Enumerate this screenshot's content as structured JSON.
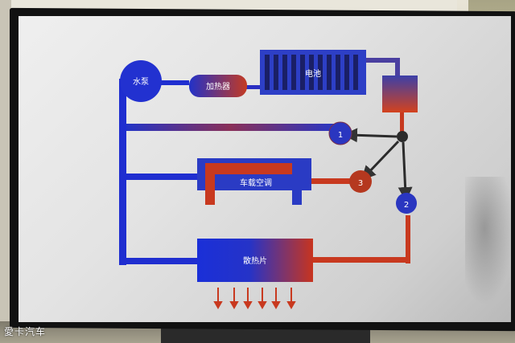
{
  "diagram": {
    "pump": "水泵",
    "heater": "加热器",
    "battery": "电池",
    "cabin_ac": "车载空调",
    "radiator": "散热片",
    "valves": [
      "1",
      "3",
      "2"
    ]
  },
  "colors": {
    "cold": "#1f2ec9",
    "hot": "#c7331f",
    "line": "#2c2f7a"
  },
  "watermark": "愛卡汽车"
}
